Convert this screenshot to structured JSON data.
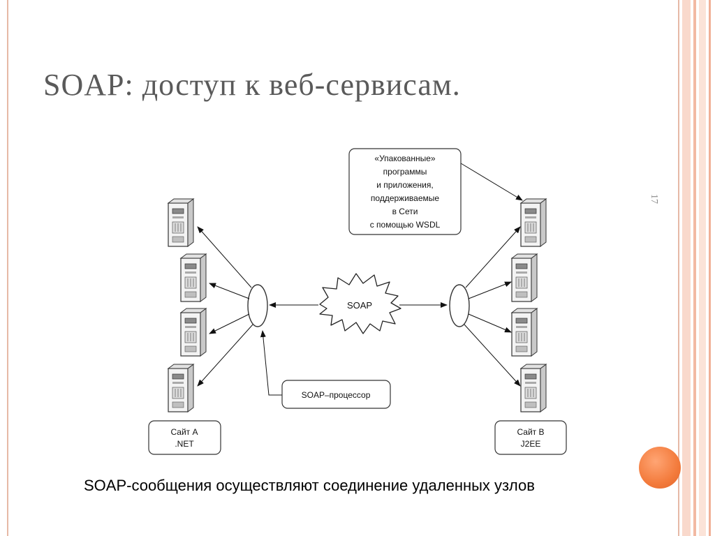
{
  "slide": {
    "title": "SOAP: доступ к веб-сервисам.",
    "slide_number": "17",
    "caption": "SOAP-сообщения осуществляют соединение удаленных узлов"
  },
  "diagram": {
    "wsdl_box_lines": [
      "«Упакованные»",
      "программы",
      "и приложения,",
      "поддерживаемые",
      "в Сети",
      "с помощью WSDL"
    ],
    "cloud_label": "SOAP",
    "processor_label": "SOAP–процессор",
    "site_a_lines": [
      "Сайт А",
      ".NET"
    ],
    "site_b_lines": [
      "Сайт В",
      "J2EE"
    ]
  },
  "colors": {
    "frame": "#e6b9a6",
    "title": "#5a5a5a",
    "accent_orange": "#f37b3c"
  }
}
